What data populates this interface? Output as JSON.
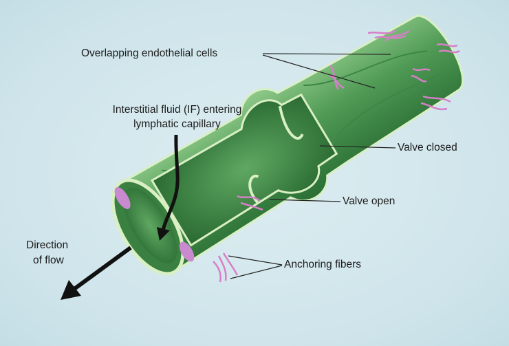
{
  "labels": {
    "overlapping_cells": "Overlapping endothelial cells",
    "if_entering_line1": "Interstitial fluid (IF) entering",
    "if_entering_line2": "lymphatic capillary",
    "valve_closed": "Valve closed",
    "valve_open": "Valve open",
    "anchoring_fibers": "Anchoring fibers",
    "direction_line1": "Direction",
    "direction_line2": "of flow"
  },
  "colors": {
    "tube_dark": "#2f7a3a",
    "tube_mid": "#4f9a55",
    "tube_light": "#8fc98a",
    "membrane": "#d9efc4",
    "fiber": "#d77fc9",
    "nucleus": "#c98ad0",
    "arrow": "#111111"
  }
}
